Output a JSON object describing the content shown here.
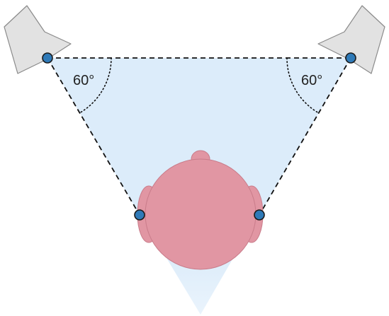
{
  "labels": {
    "left_angle": "60°",
    "right_angle": "60°"
  },
  "colors": {
    "triangle_fill": "#dcecfa",
    "head_fill": "#e196a3",
    "head_stroke": "#c97c8a",
    "speaker_fill": "#e2e2e2",
    "speaker_stroke": "#8a8a8a",
    "marker_fill": "#2f7ab8",
    "marker_stroke": "#1a1a1a",
    "dashed_line": "#111111"
  },
  "components": [
    "left-speaker",
    "right-speaker",
    "listener-head",
    "left-ear",
    "right-ear"
  ]
}
